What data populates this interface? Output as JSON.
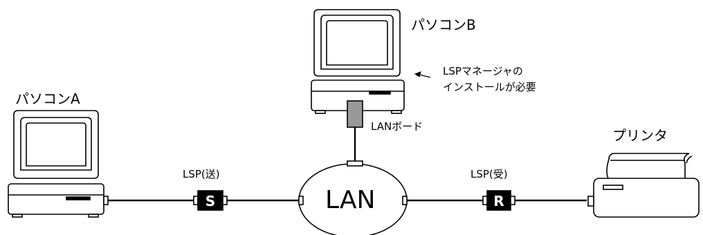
{
  "pc_a": {
    "label": "パソコンA"
  },
  "pc_b": {
    "label": "パソコンB",
    "note_line1": "LSPマネージャの",
    "note_line2": "インストールが必要",
    "lan_board_label": "LANボード"
  },
  "printer": {
    "label": "プリンタ"
  },
  "lan": {
    "label": "LAN"
  },
  "sender": {
    "label": "LSP(送)",
    "letter": "S"
  },
  "receiver": {
    "label": "LSP(受)",
    "letter": "R"
  }
}
